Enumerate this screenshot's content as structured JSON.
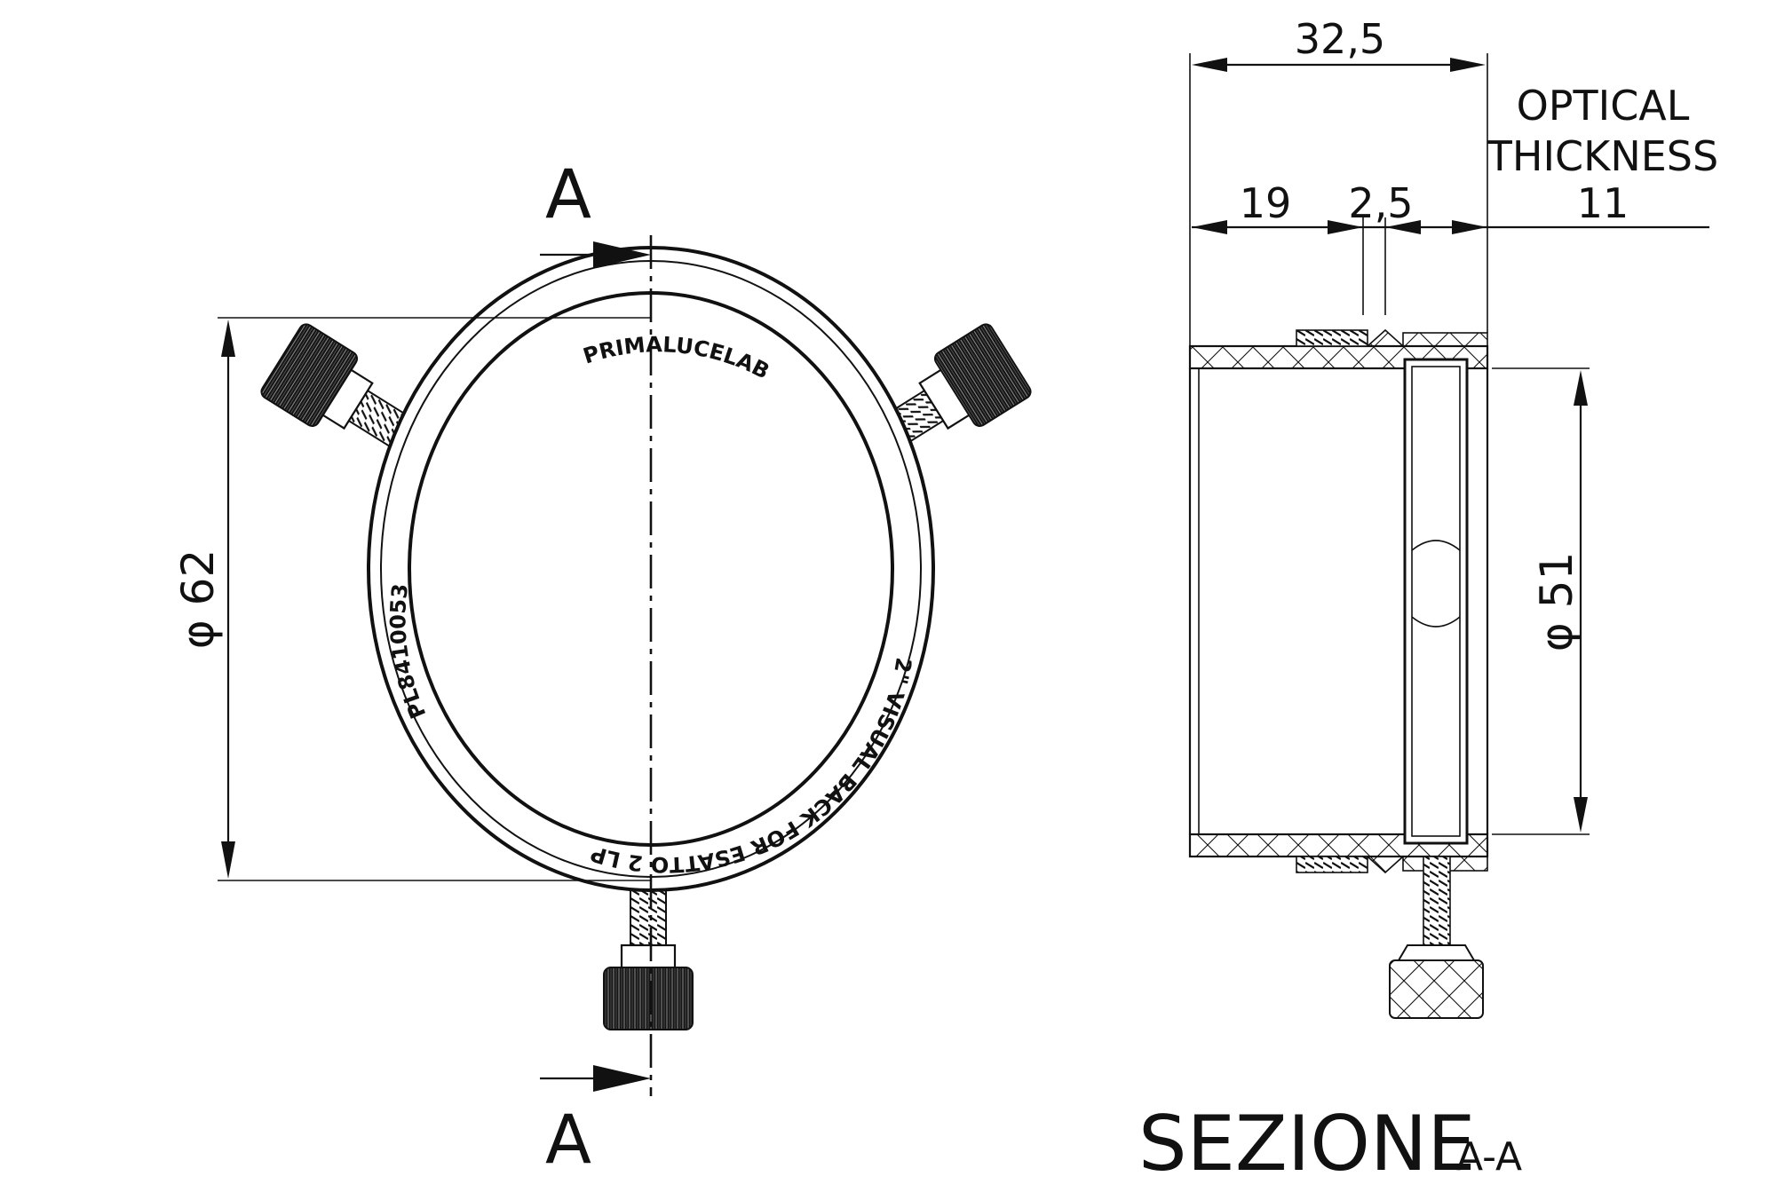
{
  "front_view": {
    "section_marker_top": "A",
    "section_marker_bottom": "A",
    "ring_text_top": "PRIMALUCELAB",
    "ring_text_left": "PL8410053",
    "ring_text_bottom": "2\" VISUAL BACK FOR ESATTO 2 LP",
    "dim_outer_diameter": "φ 62"
  },
  "section_view": {
    "dim_total_length": "32,5",
    "dim_19": "19",
    "dim_2_5": "2,5",
    "dim_11": "11",
    "optical_thickness_line1": "OPTICAL",
    "optical_thickness_line2": "THICKNESS",
    "dim_inner_diameter": "φ 51",
    "title": "SEZIONE",
    "title_suffix": "A-A"
  }
}
